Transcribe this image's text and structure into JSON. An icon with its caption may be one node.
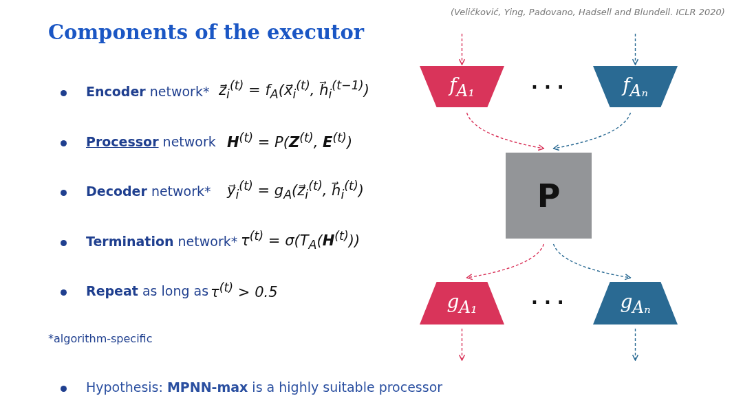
{
  "diagram": {
    "title": "Components of the executor",
    "nodes": [
      {
        "text": [
          "f$_{A₁}$"
        ]
      },
      {
        "text": [
          "f$_{Aₙ}$"
        ]
      },
      {
        "text": [
          "P"
        ]
      },
      {
        "text": [
          "g$_{A₁}$"
        ]
      },
      {
        "text": [
          "g$_{Aₙ}$"
        ]
      }
    ],
    "edges": [
      {
        "from": null,
        "to": 0,
        "arrow": "to",
        "style": "dashed",
        "color": "#d9345a"
      },
      {
        "from": null,
        "to": 1,
        "arrow": "to",
        "style": "dashed",
        "color": "#2a6a93"
      },
      {
        "from": 0,
        "to": 2,
        "arrow": "to",
        "style": "dashed",
        "color": "#d9345a"
      },
      {
        "from": 1,
        "to": 2,
        "arrow": "to",
        "style": "dashed",
        "color": "#2a6a93"
      },
      {
        "from": 2,
        "to": 3,
        "arrow": "to",
        "style": "dashed",
        "color": "#d9345a"
      },
      {
        "from": 2,
        "to": 4,
        "arrow": "to",
        "style": "dashed",
        "color": "#2a6a93"
      },
      {
        "from": 3,
        "to": null,
        "arrow": "to",
        "style": "dashed",
        "color": "#d9345a"
      },
      {
        "from": 4,
        "to": null,
        "arrow": "to",
        "style": "dashed",
        "color": "#2a6a93"
      }
    ],
    "labels": [
      "(Veličković, Ying, Padovano, Hadsell and Blundell. ICLR 2020)",
      "**Encoder** network*",
      "z⃗$_{i}$$^{(t)}$ = f$_{A}$(x⃗$_{i}$$^{(t)}$, h⃗$_{i}$$^{(t−1)}$)",
      "**Processor** network",
      "**H**$^{(t)}$ = P(**Z**$^{(t)}$, **E**$^{(t)}$)",
      "**Decoder** network*",
      "y⃗$_{i}$$^{(t)}$ = g$_{A}$(z⃗$_{i}$$^{(t)}$, h⃗$_{i}$$^{(t)}$)",
      "**Termination** network*",
      "τ$^{(t)}$ = σ(T$_{A}$(**H**$^{(t)}$))",
      "**Repeat** as long as",
      "τ$^{(t)}$ > 0.5",
      "*algorithm-specific",
      "Hypothesis: **MPNN-max** is a highly suitable processor",
      "· · ·",
      "· · ·"
    ]
  }
}
